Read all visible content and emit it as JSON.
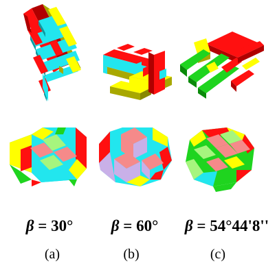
{
  "columns": [
    {
      "id": "a",
      "beta_symbol": "β",
      "beta_value": "= 30°",
      "caption": "(a)"
    },
    {
      "id": "b",
      "beta_symbol": "β",
      "beta_value": "= 60°",
      "caption": "(b)"
    },
    {
      "id": "c",
      "beta_symbol": "β",
      "beta_value": "= 54°44'8''",
      "caption": "(c)"
    }
  ],
  "colors": {
    "red": "#ff1010",
    "yellow": "#ffff00",
    "cyan": "#22e6ee",
    "green": "#1fd41f",
    "pink": "#f58a8a",
    "light_green": "#a6f57e",
    "lavender": "#c9b0e8",
    "olive": "#a8a800",
    "dark_red": "#b00000",
    "teal": "#0b9aa0",
    "dark_green": "#0a8a0a"
  }
}
